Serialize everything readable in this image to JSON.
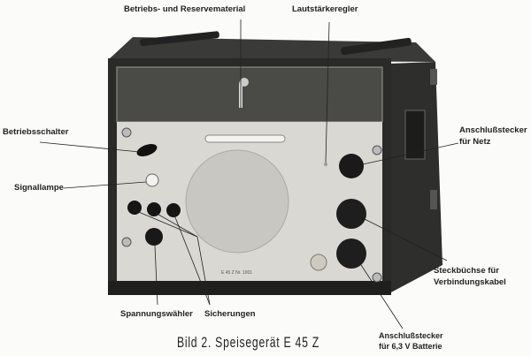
{
  "labels": {
    "material": "Betriebs- und Reservematerial",
    "volume": "Lautstärkeregler",
    "power_switch": "Betriebsschalter",
    "mains_line1": "Anschlußstecker",
    "mains_line2": "für Netz",
    "signal_lamp": "Signallampe",
    "socket_line1": "Steckbüchse für",
    "socket_line2": "Verbindungskabel",
    "voltage_selector": "Spannungswähler",
    "fuses": "Sicherungen",
    "battery_line1": "Anschlußstecker",
    "battery_line2": "für 6,3 V Batterie"
  },
  "device_plate": "E 45 Z Nr. 1001",
  "caption": "Bild 2. Speisegerät E 45 Z"
}
